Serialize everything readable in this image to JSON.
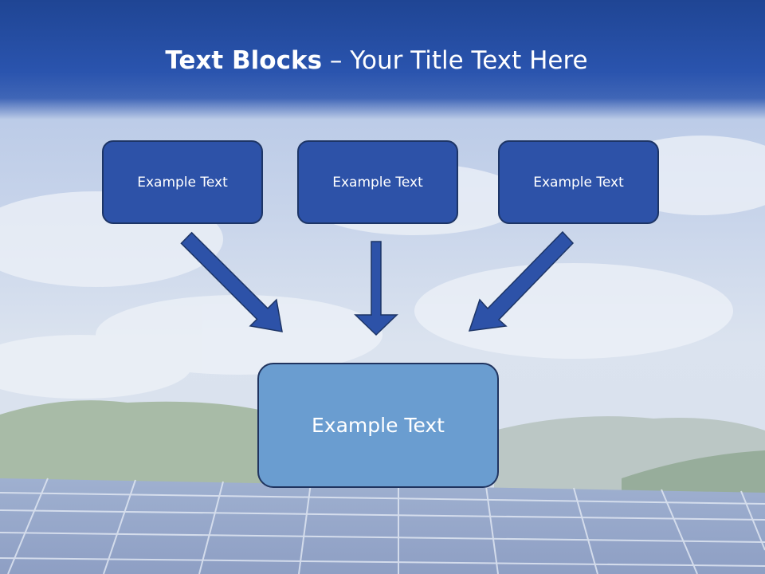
{
  "title": {
    "bold": "Text Blocks",
    "separator": " – ",
    "rest": "Your Title Text Here"
  },
  "blocks": {
    "top": [
      {
        "label": "Example Text"
      },
      {
        "label": "Example Text"
      },
      {
        "label": "Example Text"
      }
    ],
    "bottom": {
      "label": "Example Text"
    }
  },
  "colors": {
    "title_band": "#1f4594",
    "top_box_fill": "#2d52a8",
    "bottom_box_fill": "#6a9dd0",
    "arrow_fill": "#2d52a8",
    "border": "#1d3566"
  }
}
